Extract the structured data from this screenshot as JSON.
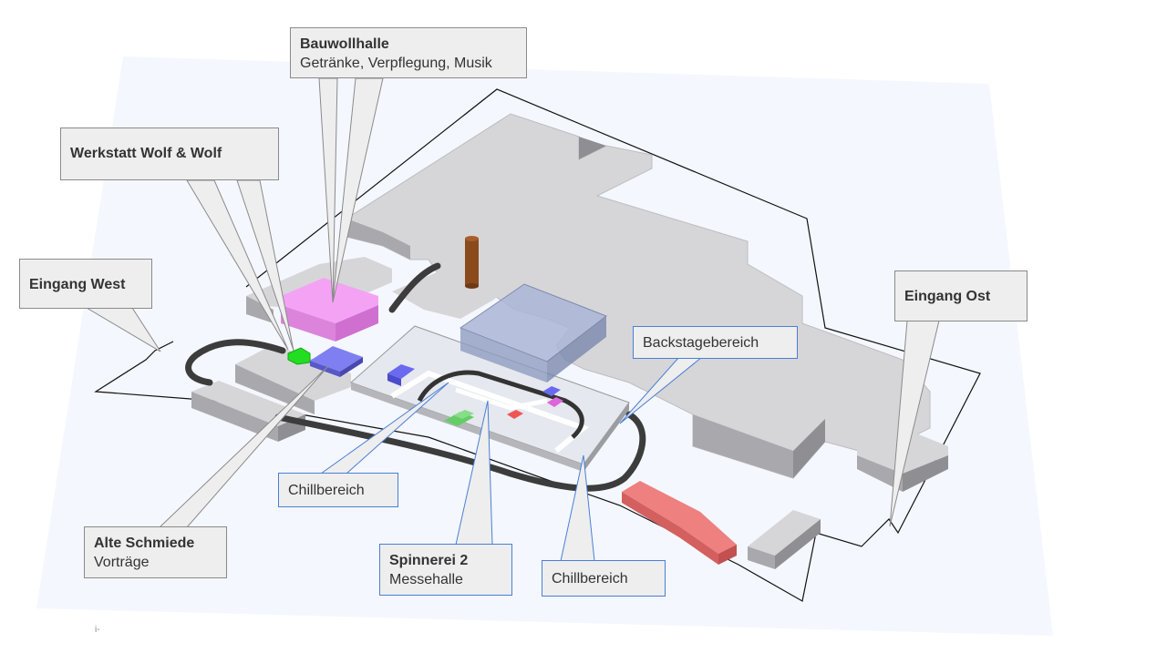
{
  "map": {
    "callouts": {
      "bauwollhalle": {
        "title": "Bauwollhalle",
        "subtitle": "Getränke, Verpflegung, Musik"
      },
      "werkstatt": {
        "title": "Werkstatt Wolf & Wolf"
      },
      "eingang_west": {
        "title": "Eingang West"
      },
      "eingang_ost": {
        "title": "Eingang Ost"
      },
      "backstage": {
        "title": "Backstagebereich"
      },
      "chill_1": {
        "title": "Chillbereich"
      },
      "alte_schmiede": {
        "title": "Alte Schmiede",
        "subtitle": "Vorträge"
      },
      "spinnerei": {
        "title": "Spinnerei 2",
        "subtitle": "Messehalle"
      },
      "chill_2": {
        "title": "Chillbereich"
      }
    },
    "footnote": "i-",
    "colors": {
      "ground": "#f4f7fe",
      "building_top": "#d6d6d9",
      "building_left": "#a9a9ad",
      "building_right": "#8f8f93",
      "bauwollhalle": "#f099f0",
      "werkstatt": "#22dd22",
      "alte_schmiede": "#7777ee",
      "backstage_area": "#aab6d6",
      "road": "#3c3c3c",
      "red_building": "#ee7777",
      "chimney": "#8a4a1c",
      "callout_gray_border": "#8a8a8a",
      "callout_blue_border": "#4a7fd6"
    }
  }
}
